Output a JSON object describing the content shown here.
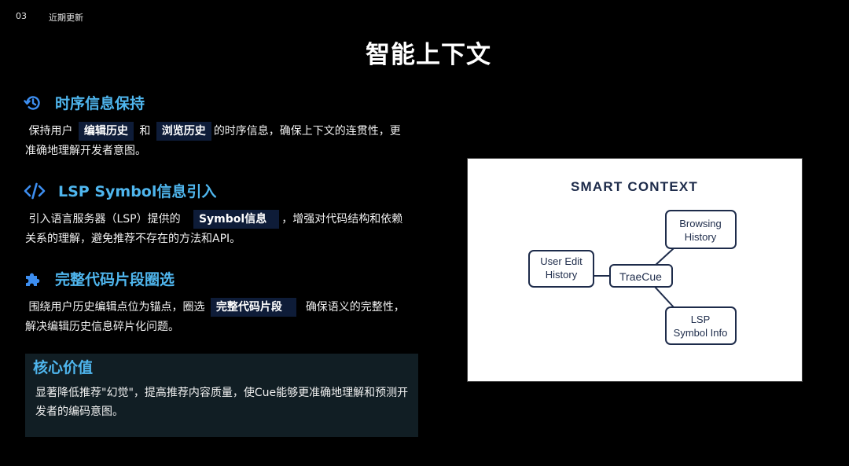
{
  "header": {
    "page_number": "03",
    "section_label": "近期更新"
  },
  "title": "智能上下文",
  "sections": [
    {
      "icon": "history-icon",
      "heading": "时序信息保持",
      "text_before": "保持用户",
      "pill1": "编辑历史",
      "text_mid": "和",
      "pill2": "浏览历史",
      "text_after": "的时序信息，确保上下文的连贯性，更准确地理解开发者意图。"
    },
    {
      "icon": "code-icon",
      "heading": "LSP Symbol信息引入",
      "text_before": "引入语言服务器（LSP）提供的",
      "pill1": "Symbol信息",
      "text_after": "，增强对代码结构和依赖关系的理解，避免推荐不存在的方法和API。"
    },
    {
      "icon": "puzzle-icon",
      "heading": "完整代码片段圈选",
      "text_before": "围绕用户历史编辑点位为锚点，圈选",
      "pill1": "完整代码片段",
      "text_after": "确保语义的完整性，解决编辑历史信息碎片化问题。"
    }
  ],
  "core_value": {
    "title": "核心价值",
    "text": "显著降低推荐\"幻觉\"，提高推荐内容质量，使Cue能够更准确地理解和预测开发者的编码意图。"
  },
  "diagram": {
    "title": "SMART CONTEXT",
    "center": "TraeCue",
    "left_line1": "User Edit",
    "left_line2": "History",
    "top_line1": "Browsing",
    "top_line2": "History",
    "bottom_line1": "LSP",
    "bottom_line2": "Symbol Info",
    "colors": {
      "node_border": "#1d2b4a",
      "accent": "#4fb6ee"
    }
  }
}
